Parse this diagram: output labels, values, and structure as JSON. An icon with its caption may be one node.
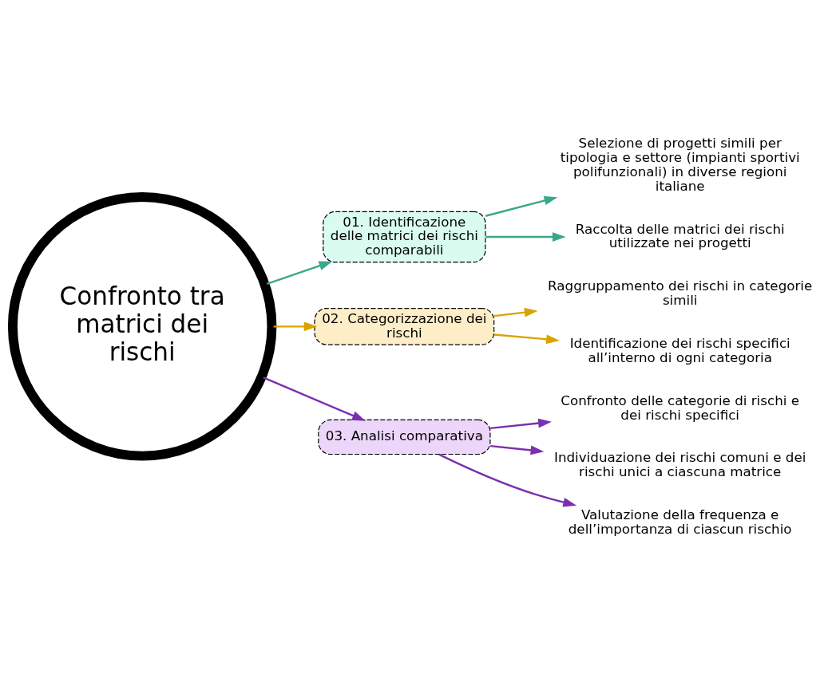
{
  "diagram": {
    "nodes": [
      {
        "text": [
          "Confronto tra matrici dei rischi"
        ]
      },
      {
        "text": [
          "01. Identificazione delle matrici dei rischi comparabili"
        ]
      },
      {
        "text": [
          "Selezione di progetti simili per tipologia e settore (impianti sportivi polifunzionali) in diverse regioni italiane"
        ]
      },
      {
        "text": [
          "Raccolta delle matrici dei rischi utilizzate nei progetti"
        ]
      },
      {
        "text": [
          "02. Categorizzazione dei rischi"
        ]
      },
      {
        "text": [
          "Raggruppamento dei rischi in categorie simili"
        ]
      },
      {
        "text": [
          "Identificazione dei rischi specifici all’interno di ogni categoria"
        ]
      },
      {
        "text": [
          "03. Analisi comparativa"
        ]
      },
      {
        "text": [
          "Confronto delle categorie di rischi e dei rischi specifici"
        ]
      },
      {
        "text": [
          "Individuazione dei rischi comuni e dei rischi unici a ciascuna matrice"
        ]
      },
      {
        "text": [
          "Valutazione della frequenza e dell’importanza di ciascun rischio"
        ]
      }
    ],
    "edges": [
      {
        "from": 0,
        "to": 1,
        "arrow": "to",
        "color": "#3aa88a"
      },
      {
        "from": 1,
        "to": 2,
        "arrow": "to",
        "color": "#3aa88a"
      },
      {
        "from": 1,
        "to": 3,
        "arrow": "to",
        "color": "#3aa88a"
      },
      {
        "from": 0,
        "to": 4,
        "arrow": "to",
        "color": "#d9a400"
      },
      {
        "from": 4,
        "to": 5,
        "arrow": "to",
        "color": "#d9a400"
      },
      {
        "from": 4,
        "to": 6,
        "arrow": "to",
        "color": "#d9a400"
      },
      {
        "from": 0,
        "to": 7,
        "arrow": "to",
        "color": "#7b2fb0"
      },
      {
        "from": 7,
        "to": 8,
        "arrow": "to",
        "color": "#7b2fb0"
      },
      {
        "from": 7,
        "to": 9,
        "arrow": "to",
        "color": "#7b2fb0"
      },
      {
        "from": 7,
        "to": 10,
        "arrow": "to",
        "color": "#7b2fb0"
      }
    ]
  }
}
